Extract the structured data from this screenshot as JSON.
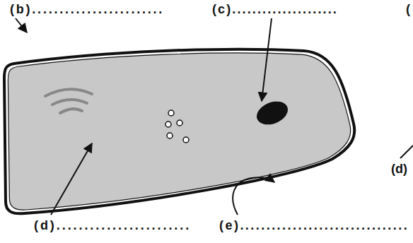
{
  "diagram": {
    "labels": [
      "(b)........................",
      "(c).....................",
      "(d)........................",
      "(e)................................",
      "(",
      "(d)"
    ]
  }
}
